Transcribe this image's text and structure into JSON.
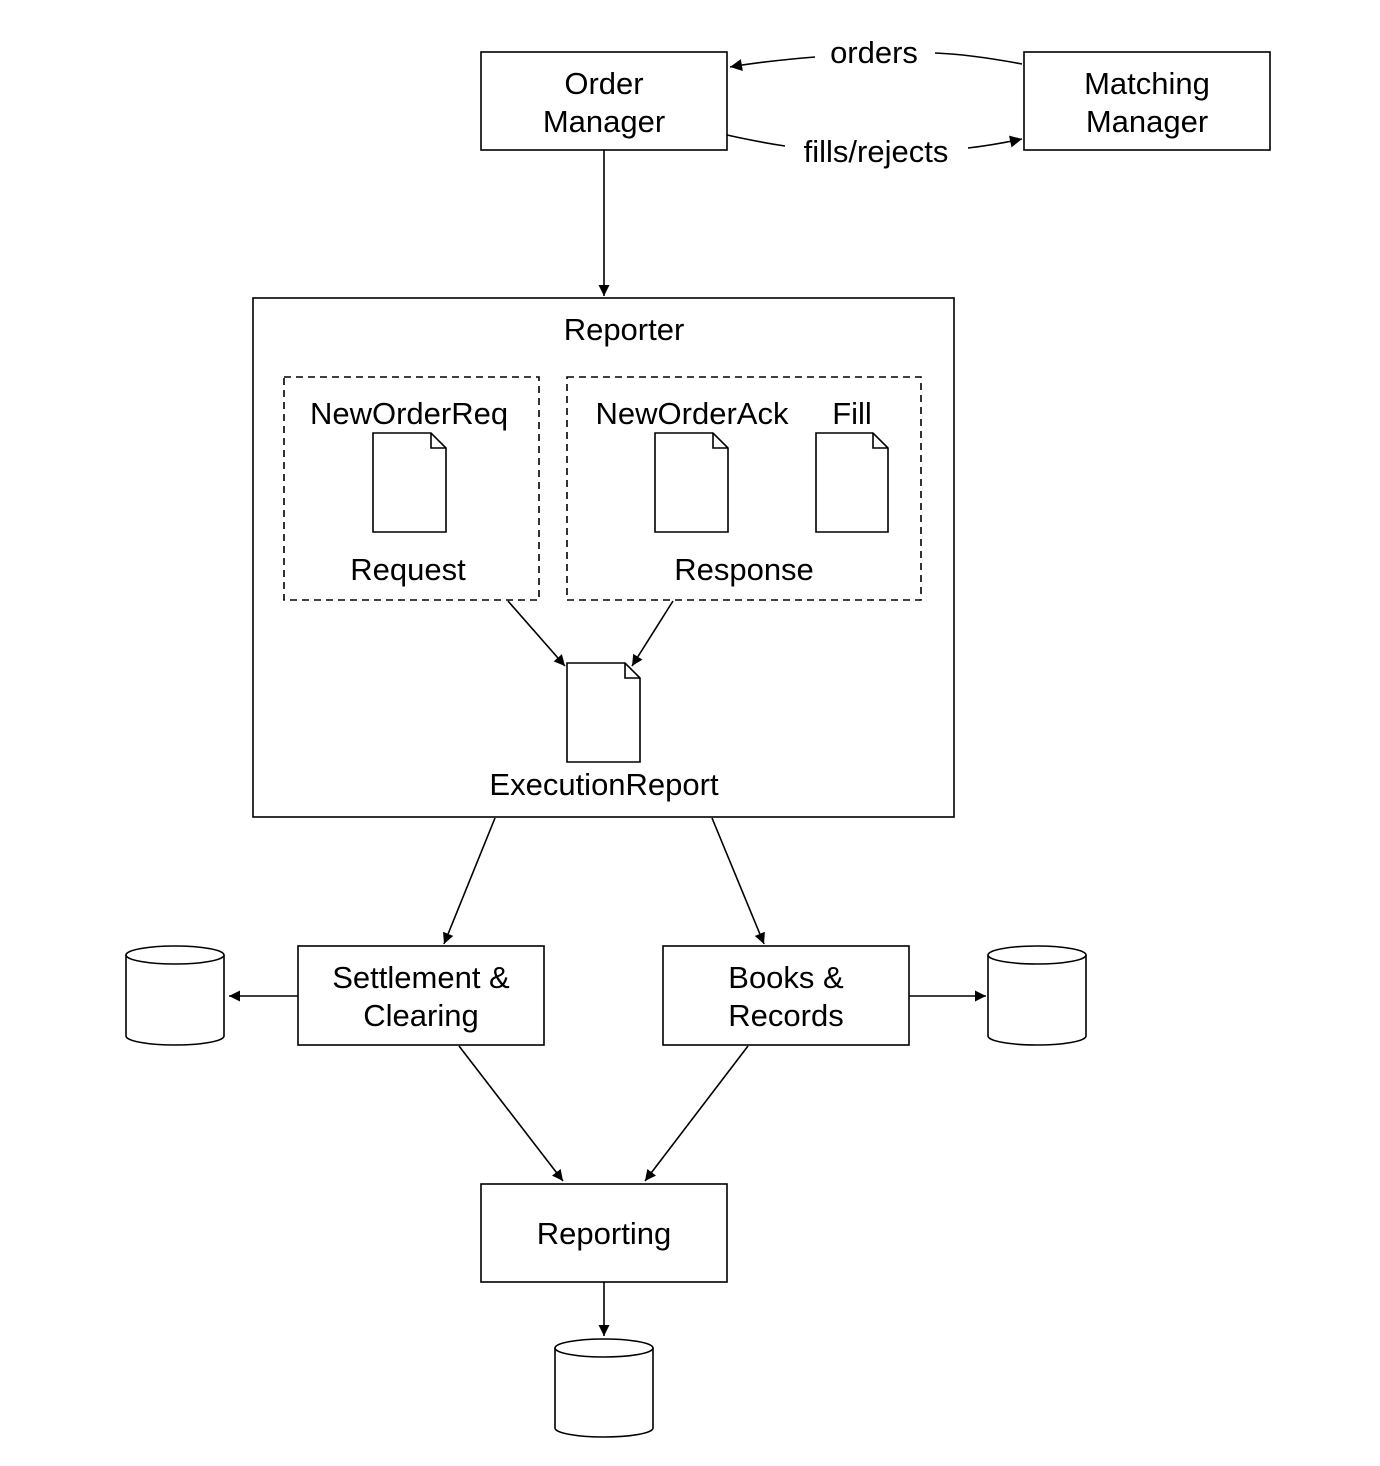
{
  "nodes": {
    "order_manager": [
      "Order",
      "Manager"
    ],
    "matching_manager": [
      "Matching",
      "Manager"
    ],
    "reporter": "Reporter",
    "request_group": {
      "doc_label": "NewOrderReq",
      "group_label": "Request"
    },
    "response_group": {
      "doc_labels": [
        "NewOrderAck",
        "Fill"
      ],
      "group_label": "Response"
    },
    "execution_report": "ExecutionReport",
    "settlement_clearing": [
      "Settlement &",
      "Clearing"
    ],
    "books_records": [
      "Books &",
      "Records"
    ],
    "reporting": "Reporting"
  },
  "edges": {
    "orders": "orders",
    "fills_rejects": "fills/rejects"
  }
}
